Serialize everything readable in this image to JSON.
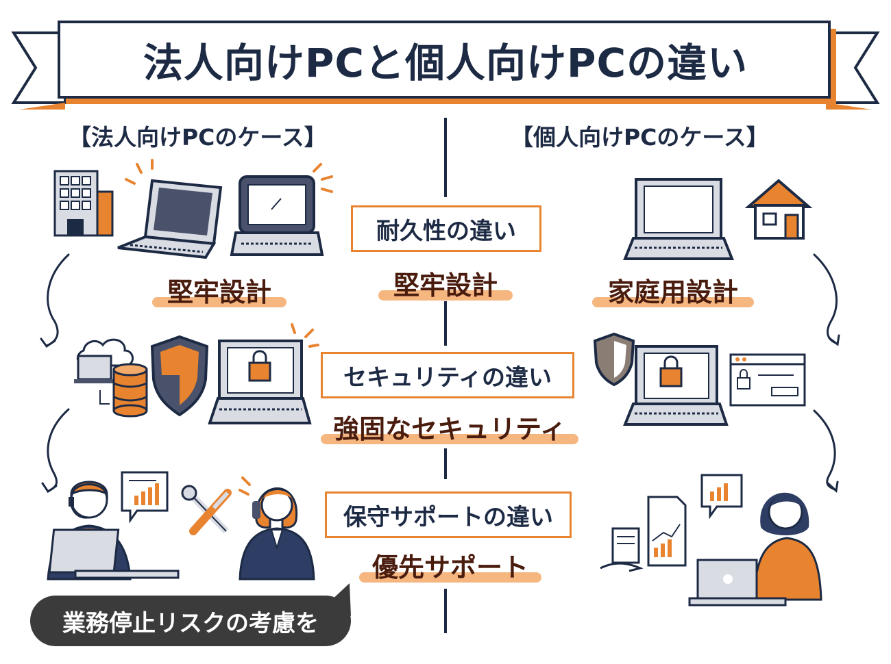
{
  "title": "法人向けPCと個人向けPCの違い",
  "left_header": "【法人向けPCのケース】",
  "right_header": "【個人向けPCのケース】",
  "rows": [
    {
      "category": "耐久性の違い",
      "center_value": "堅牢設計",
      "left_value": "堅牢設計",
      "right_value": "家庭用設計"
    },
    {
      "category": "セキュリティの違い",
      "center_value": "強固なセキュリティ"
    },
    {
      "category": "保守サポートの違い",
      "center_value": "優先サポート"
    }
  ],
  "callout": "業務停止リスクの考慮を",
  "colors": {
    "navy": "#1d2a44",
    "orange": "#e8832f",
    "gray": "#d9dce3",
    "dark_pill": "#3b3b3b"
  },
  "icons": [
    "office-building-icon",
    "business-laptop-icon",
    "rugged-laptop-icon",
    "cloud-server-icon",
    "database-icon",
    "shield-icon",
    "locked-laptop-icon",
    "headset-operator-icon",
    "chart-bubble-icon",
    "tools-icon",
    "phone-support-woman-icon",
    "home-laptop-icon",
    "house-icon",
    "small-shield-icon",
    "home-locked-laptop-icon",
    "browser-password-icon",
    "documents-chart-icon",
    "home-user-woman-icon"
  ]
}
